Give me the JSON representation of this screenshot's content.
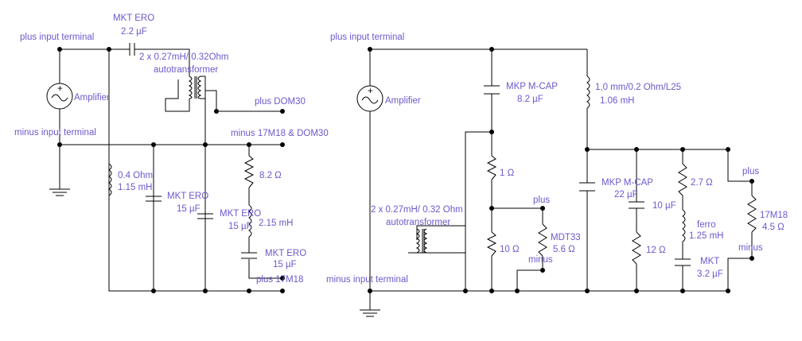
{
  "colors": {
    "label": "#6a5acd",
    "wire": "#000000",
    "background": "#ffffff"
  },
  "left_circuit": {
    "plus_input": "plus input terminal",
    "minus_input": "minus input terminal",
    "amplifier": "Amplifier",
    "c_series_name": "MKT ERO",
    "c_series_value": "2.2 µF",
    "autotrafo_spec": "2 x 0.27mH/ 0.32Ohm",
    "autotrafo_name": "autotransformer",
    "plus_tweeter": "plus DOM30",
    "minus_common": "minus 17M18 & DOM30",
    "l_shunt_r": "0.4 Ohm",
    "l_shunt_l": "1.15 mH",
    "c1_name": "MKT ERO",
    "c1_value": "15 µF",
    "c2_name": "MKT ERO",
    "c2_value": "15 µF",
    "r_series": "8.2 Ω",
    "l_series": "2.15 mH",
    "c3_name": "MKT ERO",
    "c3_value": "15 µF",
    "plus_woofer": "plus 17M18"
  },
  "right_circuit": {
    "plus_input": "plus input terminal",
    "minus_input": "minus input terminal",
    "amplifier": "Amplifier",
    "c_series_name": "MKP M-CAP",
    "c_series_value": "8.2 µF",
    "autotrafo_spec": "2 x 0.27mH/ 0.32 Ohm",
    "autotrafo_name": "autotransformer",
    "r1": "1 Ω",
    "r2": "10 Ω",
    "tweeter_plus": "plus",
    "tweeter_name": "MDT33",
    "tweeter_value": "5.6 Ω",
    "tweeter_minus": "minus",
    "l_series": "1,0 mm/0.2 Ohm/L25",
    "l_series_value": "1.06 mH",
    "c_shunt_name": "MKP M-CAP",
    "c_shunt_value": "22 µF",
    "c_notch": "10 µF",
    "r_notch": "12 Ω",
    "r_trap": "2.7 Ω",
    "l_trap_name": "ferro",
    "l_trap_value": "1.25 mH",
    "c_trap_name": "MKT",
    "c_trap_value": "3.2 µF",
    "woofer_plus": "plus",
    "woofer_name": "17M18",
    "woofer_value": "4.5 Ω",
    "woofer_minus": "minus"
  }
}
